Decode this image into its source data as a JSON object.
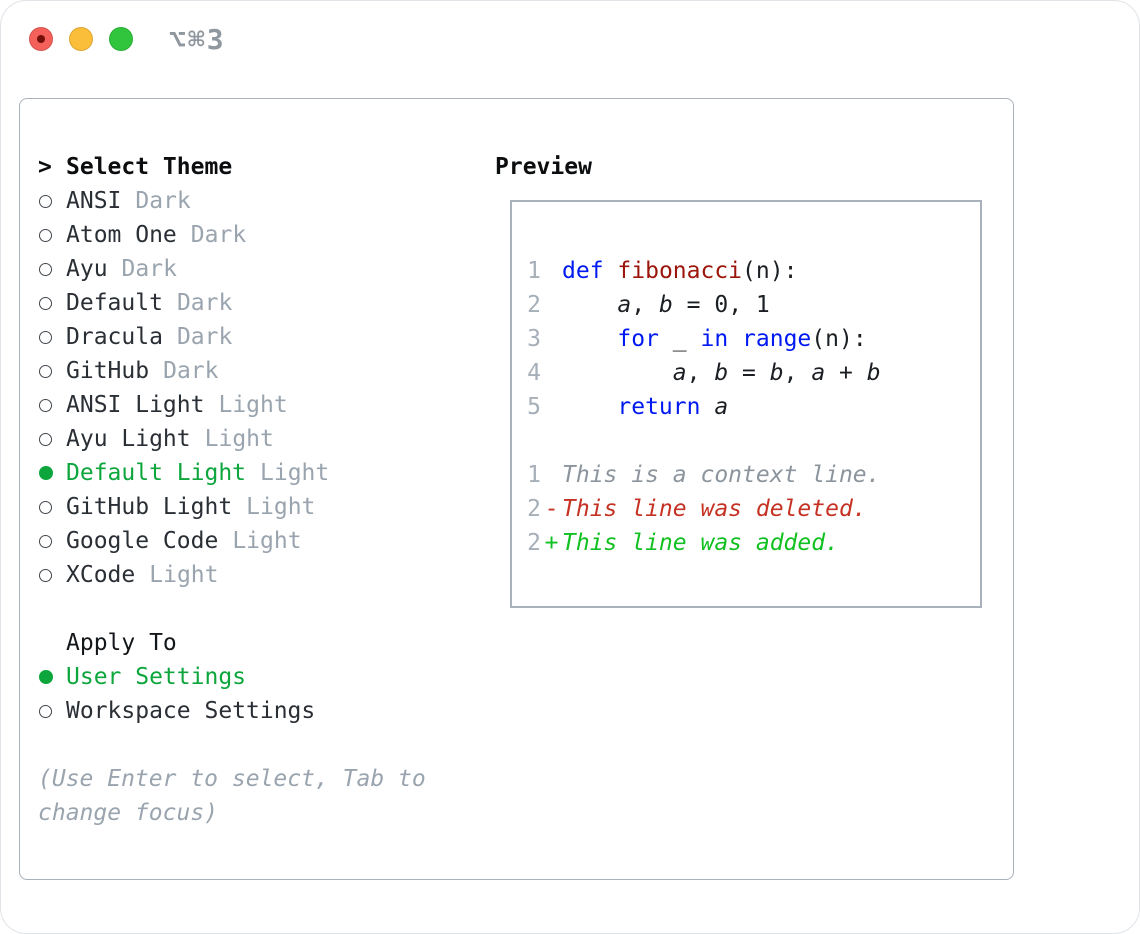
{
  "titlebar": {
    "title": "⌥⌘3",
    "traffic_lights": [
      "close",
      "minimize",
      "zoom"
    ]
  },
  "theme_menu": {
    "header": {
      "prefix": ">",
      "label": "Select Theme"
    },
    "items": [
      {
        "label": "ANSI",
        "tag": "Dark",
        "selected": false
      },
      {
        "label": "Atom One",
        "tag": "Dark",
        "selected": false
      },
      {
        "label": "Ayu",
        "tag": "Dark",
        "selected": false
      },
      {
        "label": "Default",
        "tag": "Dark",
        "selected": false
      },
      {
        "label": "Dracula",
        "tag": "Dark",
        "selected": false
      },
      {
        "label": "GitHub",
        "tag": "Dark",
        "selected": false
      },
      {
        "label": "ANSI Light",
        "tag": "Light",
        "selected": false
      },
      {
        "label": "Ayu Light",
        "tag": "Light",
        "selected": false
      },
      {
        "label": "Default Light",
        "tag": "Light",
        "selected": true
      },
      {
        "label": "GitHub Light",
        "tag": "Light",
        "selected": false
      },
      {
        "label": "Google Code",
        "tag": "Light",
        "selected": false
      },
      {
        "label": "XCode",
        "tag": "Light",
        "selected": false
      }
    ]
  },
  "apply_to": {
    "header": "Apply To",
    "options": [
      {
        "label": "User Settings",
        "selected": true
      },
      {
        "label": "Workspace Settings",
        "selected": false
      }
    ]
  },
  "hint": "(Use Enter to select, Tab to change focus)",
  "preview": {
    "title": "Preview",
    "rows": [
      {
        "type": "code",
        "num": "1",
        "segments": [
          {
            "t": "def",
            "s": "k"
          },
          {
            "t": " ",
            "s": "p"
          },
          {
            "t": "fibonacci",
            "s": "f"
          },
          {
            "t": "(n):",
            "s": "p"
          }
        ]
      },
      {
        "type": "code",
        "num": "2",
        "segments": [
          {
            "t": "    ",
            "s": "p"
          },
          {
            "t": "a",
            "s": "v"
          },
          {
            "t": ", ",
            "s": "p"
          },
          {
            "t": "b",
            "s": "v"
          },
          {
            "t": " = ",
            "s": "p"
          },
          {
            "t": "0, 1",
            "s": "p"
          }
        ]
      },
      {
        "type": "code",
        "num": "3",
        "segments": [
          {
            "t": "    ",
            "s": "p"
          },
          {
            "t": "for",
            "s": "k"
          },
          {
            "t": " _ ",
            "s": "p"
          },
          {
            "t": "in",
            "s": "k"
          },
          {
            "t": " ",
            "s": "p"
          },
          {
            "t": "range",
            "s": "k"
          },
          {
            "t": "(n):",
            "s": "p"
          }
        ]
      },
      {
        "type": "code",
        "num": "4",
        "segments": [
          {
            "t": "        ",
            "s": "p"
          },
          {
            "t": "a",
            "s": "v"
          },
          {
            "t": ", ",
            "s": "p"
          },
          {
            "t": "b",
            "s": "v"
          },
          {
            "t": " = ",
            "s": "p"
          },
          {
            "t": "b",
            "s": "v"
          },
          {
            "t": ", ",
            "s": "p"
          },
          {
            "t": "a",
            "s": "v"
          },
          {
            "t": " + ",
            "s": "p"
          },
          {
            "t": "b",
            "s": "v"
          }
        ]
      },
      {
        "type": "code",
        "num": "5",
        "segments": [
          {
            "t": "    ",
            "s": "p"
          },
          {
            "t": "return",
            "s": "k"
          },
          {
            "t": " ",
            "s": "p"
          },
          {
            "t": "a",
            "s": "v"
          }
        ]
      },
      {
        "type": "blank"
      },
      {
        "type": "diff",
        "num": "1",
        "marker": "",
        "kind": "context",
        "text": "This is a context line."
      },
      {
        "type": "diff",
        "num": "2",
        "marker": "-",
        "kind": "deleted",
        "text": "This line was deleted."
      },
      {
        "type": "diff",
        "num": "2",
        "marker": "+",
        "kind": "added",
        "text": "This line was added."
      }
    ]
  },
  "colors": {
    "accent_green": "#0da63c",
    "keyword_blue": "#0019f0",
    "function_red": "#9b150b",
    "diff_deleted": "#c53223",
    "diff_added": "#11c021",
    "muted_gray": "#9aa4ae",
    "line_number_gray": "#a6afb8",
    "context_gray": "#8c959d",
    "panel_border": "#a9b1ba",
    "traffic_red": "#f4605a",
    "traffic_yellow": "#fbbe3b",
    "traffic_green": "#31c53e"
  }
}
